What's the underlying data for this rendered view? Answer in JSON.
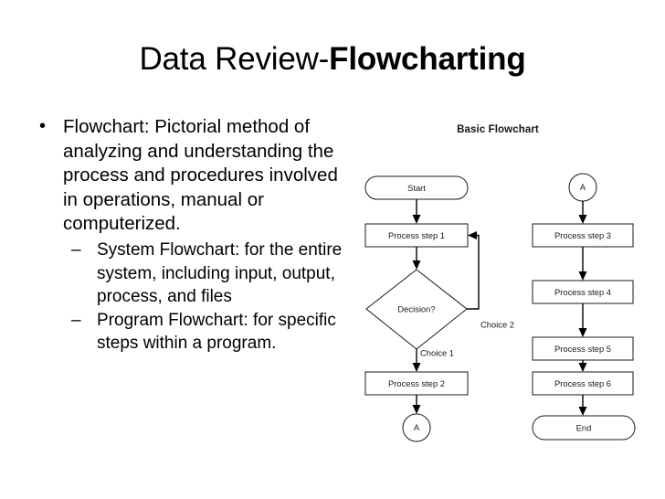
{
  "slide": {
    "title_light": "Data Review-",
    "title_bold": "Flowcharting",
    "background_color": "#ffffff",
    "text_color": "#000000"
  },
  "bullets": [
    {
      "level": 1,
      "marker": "•",
      "text": "Flowchart: Pictorial method of analyzing and understanding the process and procedures involved in operations, manual or computerized."
    },
    {
      "level": 2,
      "marker": "–",
      "text": "System Flowchart: for the entire system, including input, output, process, and files"
    },
    {
      "level": 2,
      "marker": "–",
      "text": "Program Flowchart: for specific steps within a program."
    }
  ],
  "flowchart": {
    "caption": "Basic Flowchart",
    "stroke_color": "#1a1a1a",
    "fill_color": "#ffffff",
    "nodes": {
      "start": "Start",
      "process_1": "Process step 1",
      "decision": "Decision?",
      "process_2": "Process step 2",
      "connector_out": "A",
      "connector_in": "A",
      "process_3": "Process step 3",
      "process_4": "Process step 4",
      "process_5": "Process step 5",
      "process_6": "Process step 6",
      "end": "End"
    },
    "edge_labels": {
      "choice_1": "Choice 1",
      "choice_2": "Choice 2"
    }
  }
}
